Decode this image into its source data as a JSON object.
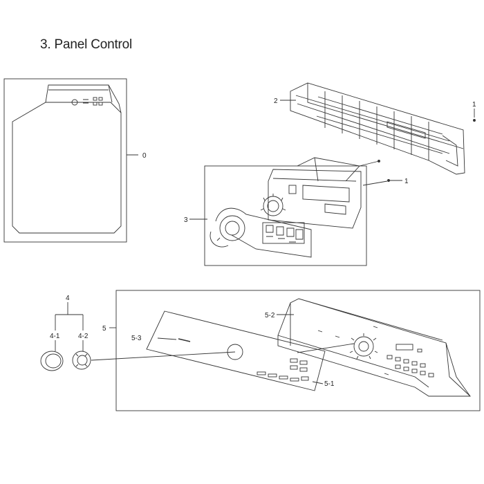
{
  "title": "3. Panel Control",
  "labels": {
    "l0": "0",
    "l1a": "1",
    "l1b": "1",
    "l2": "2",
    "l3": "3",
    "l4": "4",
    "l41": "4-1",
    "l42": "4-2",
    "l5": "5",
    "l51": "5-1",
    "l52": "5-2",
    "l53": "5-3"
  }
}
